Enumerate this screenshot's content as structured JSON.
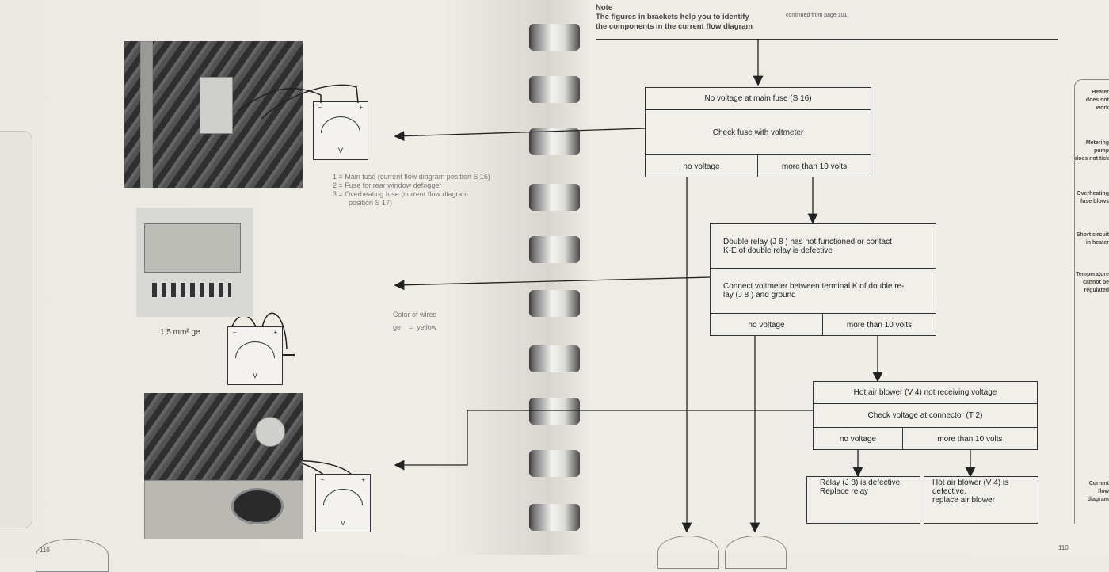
{
  "left_page": {
    "fuse_legend": [
      "1  =  Main fuse (current flow diagram position S 16)",
      "2  =  Fuse for rear window defogger",
      "3  =  Overheating fuse (current flow diagram",
      "        position S 17)"
    ],
    "wire_label": "1,5 mm² ge",
    "wire_colors_title": "Color of wires",
    "wire_colors_entry": "ge    =  yellow",
    "meter_label": "V",
    "page_number": "110"
  },
  "right_page": {
    "note_title": "Note",
    "note_text_1": "The figures in brackets help you to identify",
    "note_text_2": "the components in the current flow diagram",
    "continued": "continued from page 101",
    "page_number": "110",
    "steps": [
      {
        "condition": "No voltage at main fuse (S 16)",
        "action": "Check fuse with voltmeter",
        "no": "no voltage",
        "yes": "more than 10 volts"
      },
      {
        "condition_1": "Double relay (J 8 ) has not functioned or contact",
        "condition_2": "K-E of double relay is defective",
        "action_1": "Connect voltmeter between terminal K of double re-",
        "action_2": "lay (J 8 ) and ground",
        "no": "no voltage",
        "yes": "more than 10 volts"
      },
      {
        "condition": "Hot air blower (V 4) not receiving voltage",
        "action": "Check voltage at connector (T 2)",
        "no": "no voltage",
        "yes": "more than 10 volts"
      }
    ],
    "result_relay_1": "Relay (J 8) is defective.",
    "result_relay_2": "Replace relay",
    "result_blower_1": "Hot air blower (V 4) is",
    "result_blower_2": "defective,",
    "result_blower_3": "replace air blower",
    "side_tabs": [
      [
        "Heater",
        "does not",
        "work"
      ],
      [
        "Metering pump",
        "does not tick"
      ],
      [
        "Overheating",
        "fuse blows"
      ],
      [
        "Short circuit",
        "in heater"
      ],
      [
        "Temperature",
        "cannot be",
        "regulated"
      ],
      [
        "Current",
        "flow",
        "diagram"
      ]
    ]
  }
}
